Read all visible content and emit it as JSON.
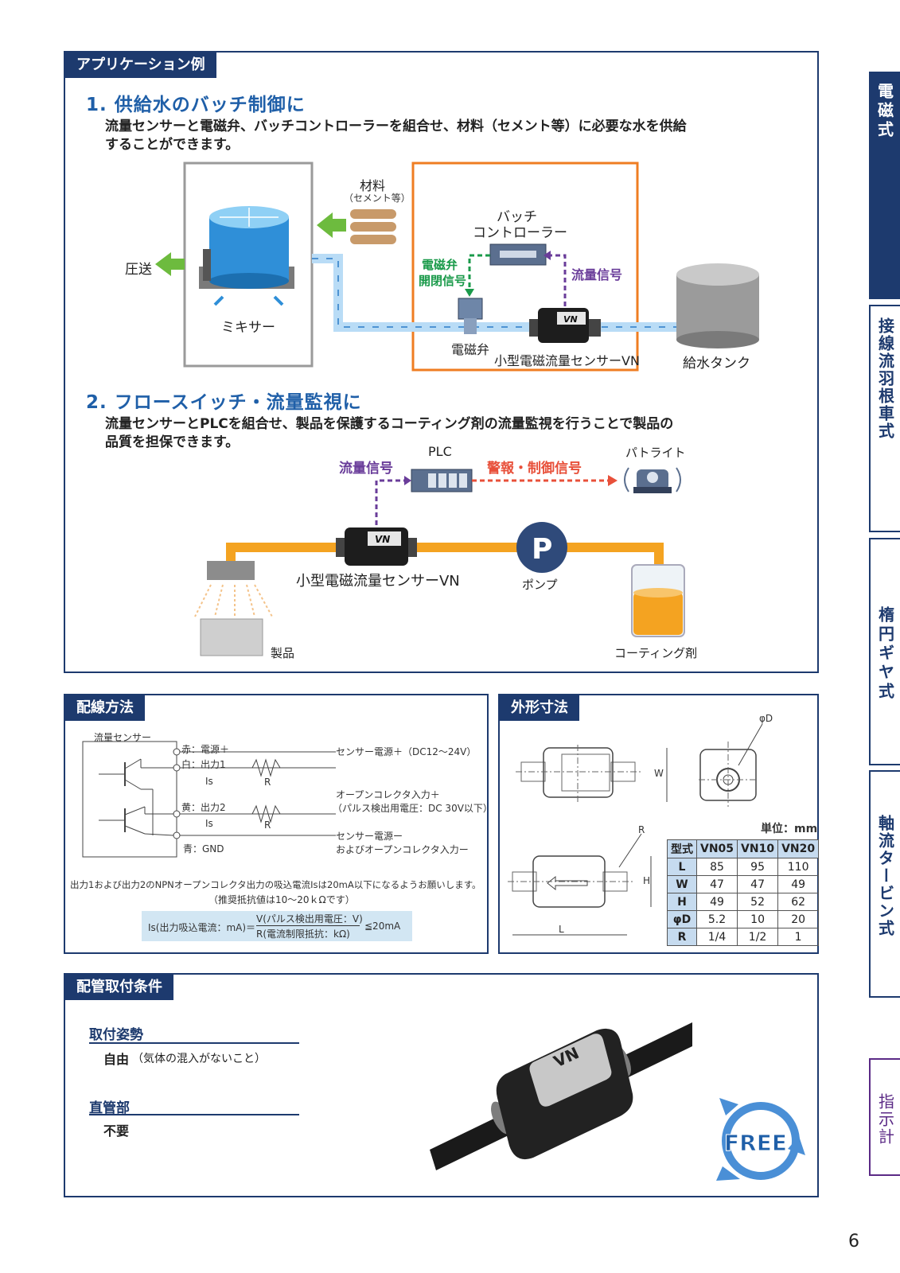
{
  "application": {
    "header": "アプリケーション例",
    "case1": {
      "title": "1. 供給水のバッチ制御に",
      "desc_line1": "流量センサーと電磁弁、バッチコントローラーを組合せ、材料（セメント等）に必要な水を供給",
      "desc_line2": "することができます。",
      "material": "材料",
      "material_note": "（セメント等）",
      "pressure": "圧送",
      "mixer": "ミキサー",
      "batch_controller_1": "バッチ",
      "batch_controller_2": "コントローラー",
      "valve_signal_1": "電磁弁",
      "valve_signal_2": "開閉信号",
      "flow_signal": "流量信号",
      "valve": "電磁弁",
      "sensor": "小型電磁流量センサーVN",
      "tank": "給水タンク",
      "sensor_logo": "VN"
    },
    "case2": {
      "title": "2. フロースイッチ・流量監視に",
      "desc_line1": "流量センサーとPLCを組合せ、製品を保護するコーティング剤の流量監視を行うことで製品の",
      "desc_line2": "品質を担保できます。",
      "plc": "PLC",
      "flow_signal": "流量信号",
      "alarm_signal": "警報・制御信号",
      "patlite": "パトライト",
      "sensor": "小型電磁流量センサーVN",
      "pump_letter": "P",
      "pump": "ポンプ",
      "product": "製品",
      "coating": "コーティング剤",
      "sensor_logo": "VN"
    }
  },
  "wiring": {
    "header": "配線方法",
    "sensor_label": "流量センサー",
    "red": "赤：電源＋",
    "white": "白：出力1",
    "yellow": "黄：出力2",
    "blue": "青：GND",
    "is1": "Is",
    "is2": "Is",
    "r1": "R",
    "r2": "R",
    "supply": "センサー電源＋（DC12～24V）",
    "oc_in_1": "オープンコレクタ入力＋",
    "oc_in_2": "（パルス検出用電圧：DC 30V以下）",
    "gnd_1": "センサー電源ー",
    "gnd_2": "およびオープンコレクタ入力ー",
    "note_1": "出力1および出力2のNPNオープンコレクタ出力の吸込電流Isは20mA以下になるようお願いします。",
    "note_2": "（推奨抵抗値は10～20ｋΩです）",
    "formula_left": "Is(出力吸込電流：mA)＝",
    "formula_num": "V(パルス検出用電圧：V)",
    "formula_den": "R(電流制限抵抗：kΩ)",
    "formula_right": "≦20mA"
  },
  "dimensions": {
    "header": "外形寸法",
    "unit": "単位：mm",
    "label_d": "φD",
    "label_w": "W",
    "label_h": "H",
    "label_l": "L",
    "label_r": "R",
    "table_header": [
      "型式",
      "VN05",
      "VN10",
      "VN20"
    ],
    "rows": [
      [
        "L",
        "85",
        "95",
        "110"
      ],
      [
        "W",
        "47",
        "47",
        "49"
      ],
      [
        "H",
        "49",
        "52",
        "62"
      ],
      [
        "φD",
        "5.2",
        "10",
        "20"
      ],
      [
        "R",
        "1/4",
        "1/2",
        "1"
      ]
    ]
  },
  "mounting": {
    "header": "配管取付条件",
    "posture_title": "取付姿勢",
    "posture_value": "自由",
    "posture_note": "（気体の混入がないこと）",
    "straight_title": "直管部",
    "straight_value": "不要",
    "sensor_logo": "VN",
    "free_badge": "FREE"
  },
  "side_tabs": [
    {
      "label": "電磁式",
      "active": true
    },
    {
      "label": "接線流羽根車式",
      "active": false
    },
    {
      "label": "楕円ギヤ式",
      "active": false
    },
    {
      "label": "軸流タービン式",
      "active": false
    },
    {
      "label": "指示計",
      "active": false,
      "accent": "#5b2a86"
    }
  ],
  "page_number": "6",
  "colors": {
    "navy": "#1d3a6e",
    "blue": "#1f5fa8",
    "orange": "#f4a321",
    "purple": "#6a3d9a",
    "green": "#1a9a4a",
    "red": "#e8503a"
  }
}
